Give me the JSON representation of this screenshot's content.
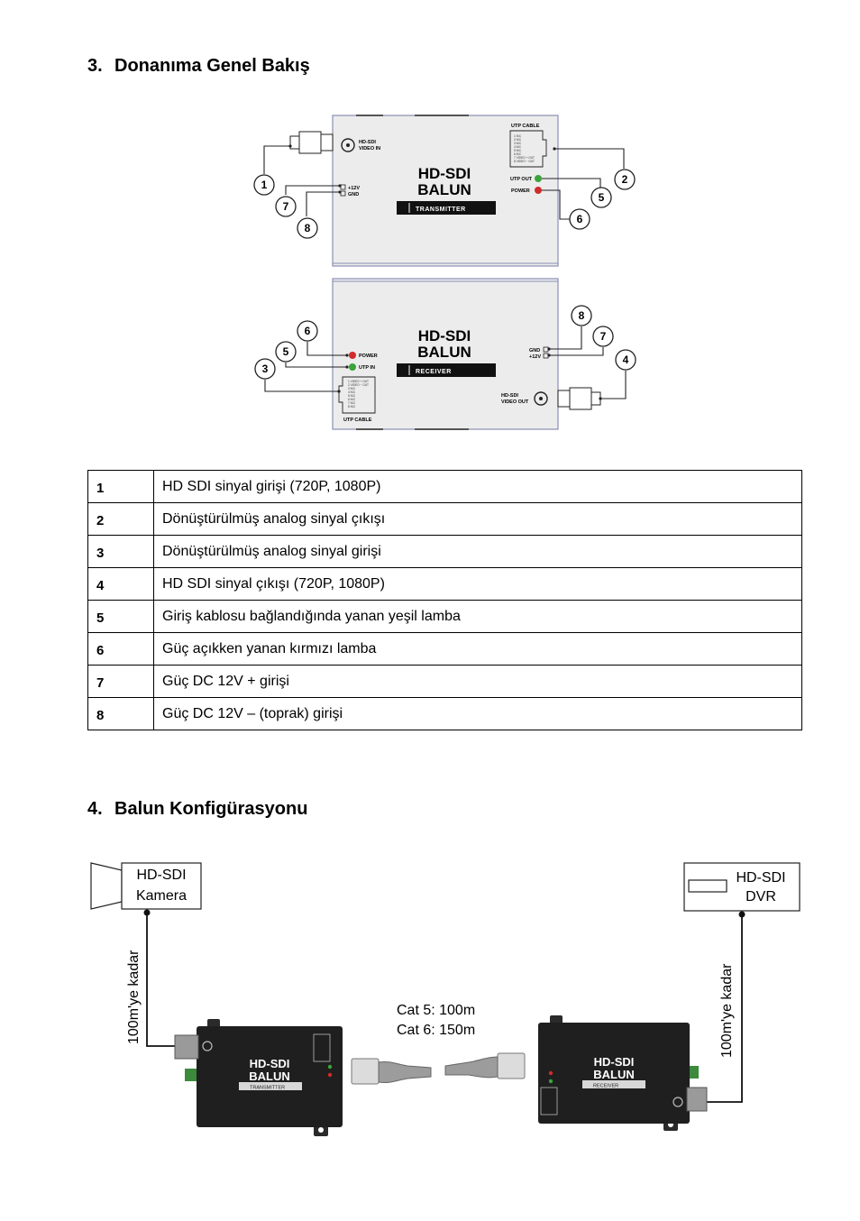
{
  "section3": {
    "number": "3.",
    "title": "Donanıma Genel Bakış"
  },
  "transmitter_panel": {
    "model_line1": "HD-SDI",
    "model_line2": "BALUN",
    "badge": "TRANSMITTER",
    "port_video": "HD-SDI\nVIDEO IN",
    "port_video_l1": "HD-SDI",
    "port_video_l2": "VIDEO IN",
    "power_plus": "+12V",
    "power_gnd": "GND",
    "utp_cable": "UTP CABLE",
    "utp_out": "UTP OUT",
    "power_led": "POWER",
    "callouts": [
      "1",
      "2",
      "5",
      "6",
      "7",
      "8"
    ]
  },
  "receiver_panel": {
    "model_line1": "HD-SDI",
    "model_line2": "BALUN",
    "badge": "RECEIVER",
    "power_led": "POWER",
    "utp_in": "UTP IN",
    "utp_cable": "UTP CABLE",
    "power_gnd": "GND",
    "power_plus": "+12V",
    "port_video_l1": "HD-SDI",
    "port_video_l2": "VIDEO OUT",
    "callouts": [
      "6",
      "5",
      "3",
      "8",
      "7",
      "4"
    ]
  },
  "table": [
    {
      "key": "1",
      "desc": "HD SDI sinyal girişi (720P, 1080P)"
    },
    {
      "key": "2",
      "desc": "Dönüştürülmüş analog sinyal çıkışı"
    },
    {
      "key": "3",
      "desc": "Dönüştürülmüş analog sinyal girişi"
    },
    {
      "key": "4",
      "desc": "HD SDI sinyal çıkışı (720P, 1080P)"
    },
    {
      "key": "5",
      "desc": "Giriş kablosu bağlandığında yanan yeşil lamba"
    },
    {
      "key": "6",
      "desc": "Güç açıkken yanan kırmızı lamba"
    },
    {
      "key": "7",
      "desc": "Güç DC 12V + girişi"
    },
    {
      "key": "8",
      "desc": "Güç DC 12V – (toprak) girişi"
    }
  ],
  "section4": {
    "number": "4.",
    "title": "Balun Konfigürasyonu"
  },
  "config": {
    "camera_l1": "HD-SDI",
    "camera_l2": "Kamera",
    "dvr_l1": "HD-SDI",
    "dvr_l2": "DVR",
    "left_distance": "100m'ye kadar",
    "right_distance": "100m'ye kadar",
    "cat5": "Cat 5: 100m",
    "cat6": "Cat 6: 150m",
    "tx_model_l1": "HD-SDI",
    "tx_model_l2": "BALUN",
    "tx_badge": "TRANSMITTER",
    "rx_model_l1": "HD-SDI",
    "rx_model_l2": "BALUN",
    "rx_badge": "RECEIVER"
  },
  "colors": {
    "led_green": "#3aa43a",
    "led_red": "#d12b2b",
    "device_body": "#1f1f1f",
    "panel_fill": "#ececec"
  }
}
